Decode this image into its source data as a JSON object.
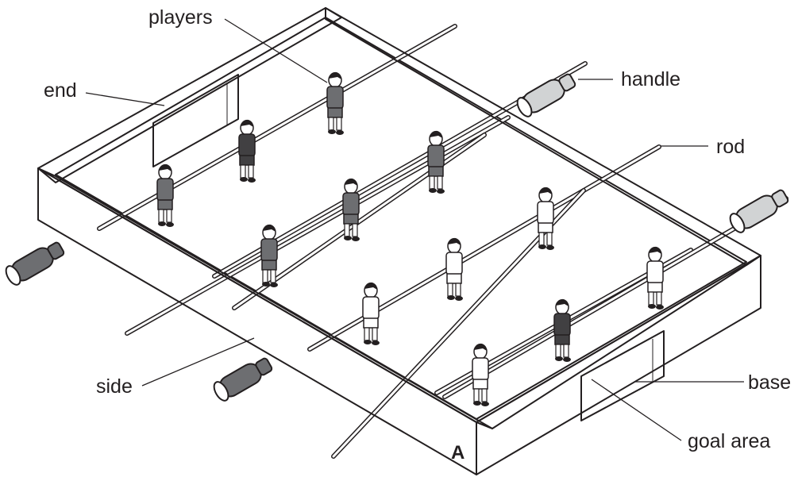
{
  "labels": {
    "players": "players",
    "end": "end",
    "handle": "handle",
    "rod": "rod",
    "side": "side",
    "base": "base",
    "goal_area": "goal area",
    "corner": "A"
  },
  "colors": {
    "ink": "#231f20",
    "dark_team": "#6d6e71",
    "light_team": "#ffffff",
    "dark_handle": "#6d6e71",
    "light_handle": "#d1d3d4"
  }
}
